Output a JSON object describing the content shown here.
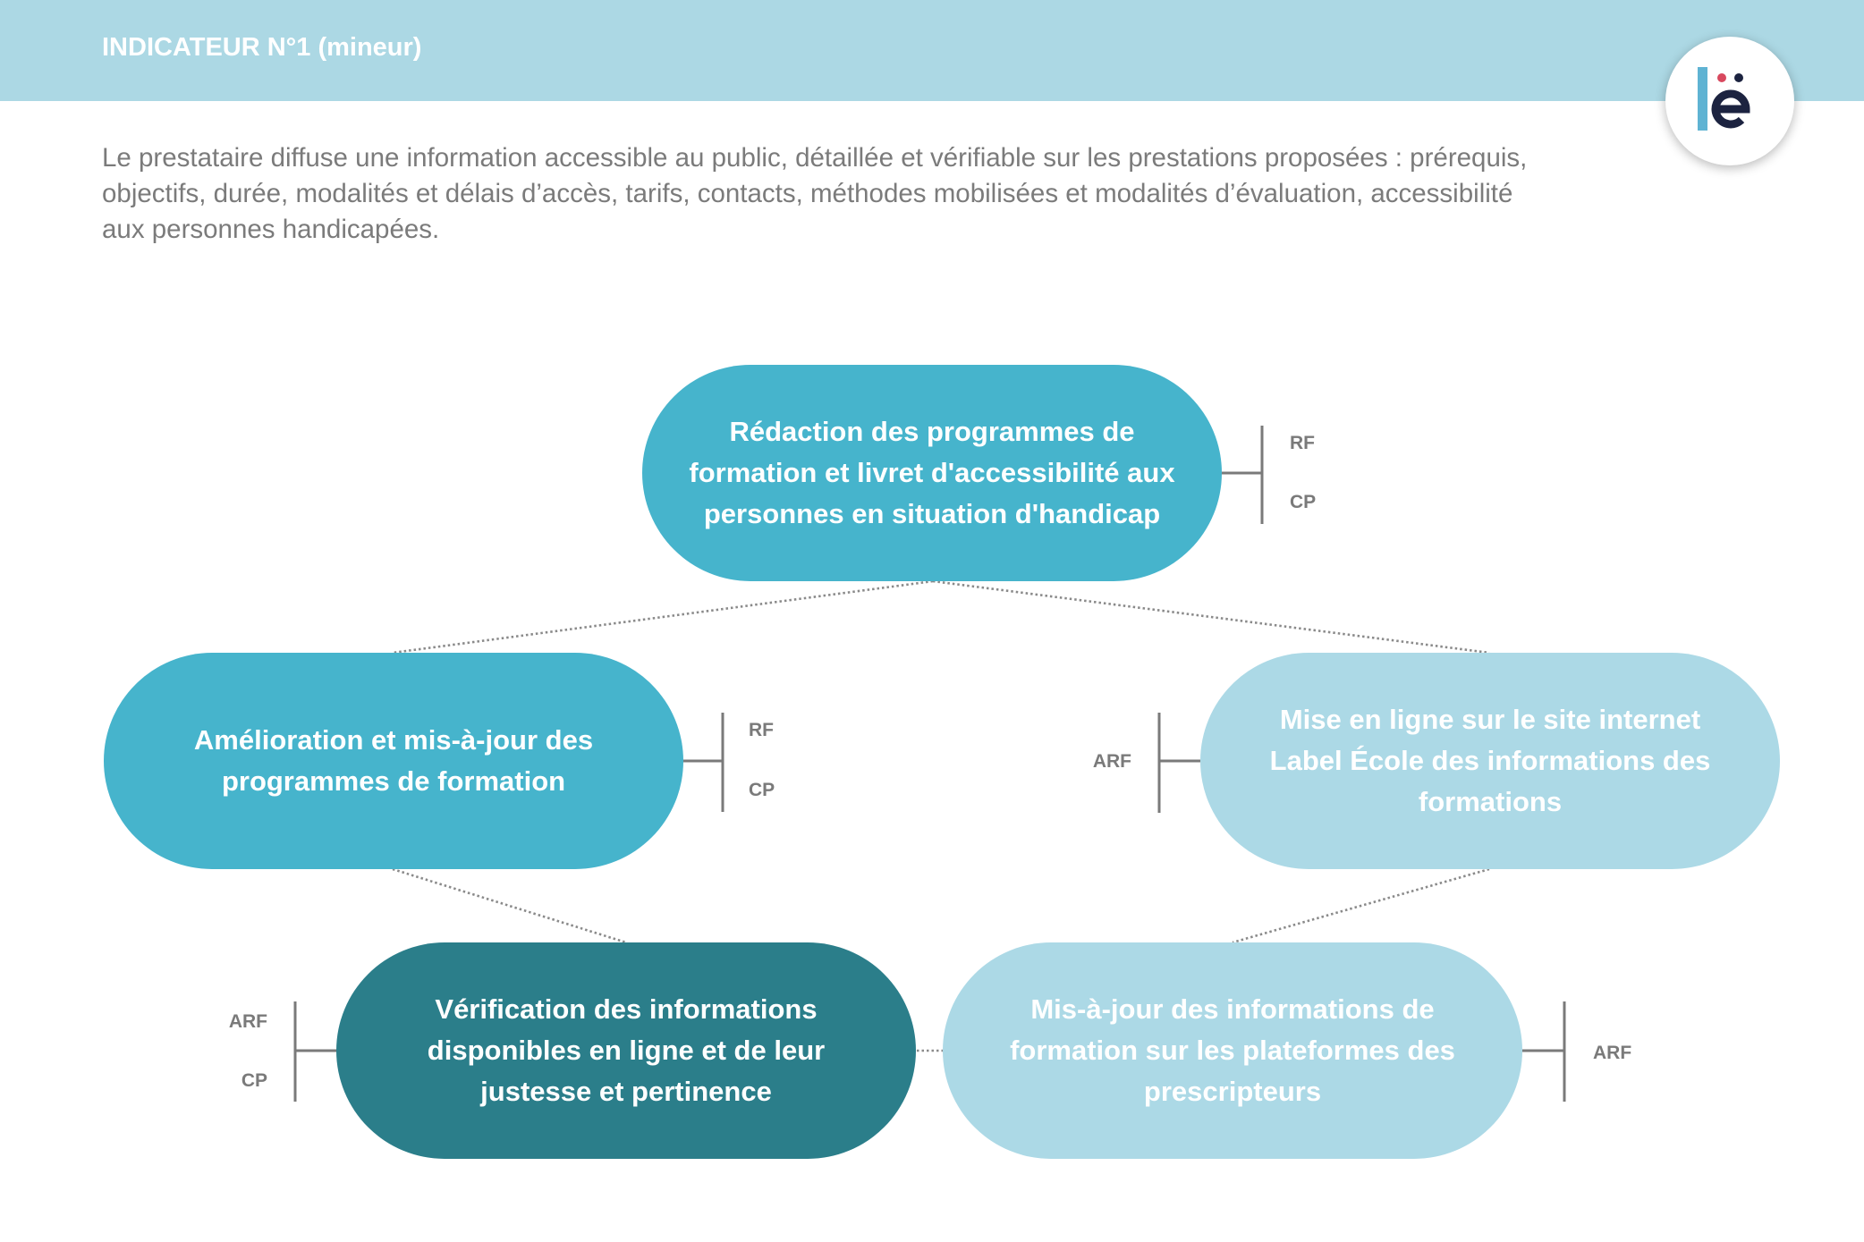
{
  "header": {
    "title": "INDICATEUR N°1 (mineur)"
  },
  "logo": {
    "text": "lë",
    "icon": "ecole-logo-icon"
  },
  "description": {
    "lines": [
      "Le prestataire diffuse une information accessible au public, détaillée et vérifiable sur les prestations proposées : prérequis,",
      "objectifs, durée, modalités et délais d’accès, tarifs, contacts, méthodes mobilisées et modalités d’évaluation, accessibilité",
      "aux personnes handicapées."
    ]
  },
  "colors": {
    "header_band": "#acd8e4",
    "node_primary": "#46b4cc",
    "node_light": "#acd9e6",
    "node_dark": "#2b7e8a",
    "node_text": "#ffffff",
    "body_text": "#7b7b7b",
    "tag_text": "#7a7a7a",
    "connector": "#8a8a8a"
  },
  "nodes": [
    {
      "lines": [
        "Rédaction des programmes de",
        "formation et livret d'accessibilité aux",
        "personnes en situation d'handicap"
      ],
      "tags": [
        "RF",
        "CP"
      ]
    },
    {
      "lines": [
        "Amélioration et mis-à-jour des",
        "programmes de formation"
      ],
      "tags": [
        "RF",
        "CP"
      ]
    },
    {
      "lines": [
        "Mise en ligne sur le site internet",
        "Label École des informations des",
        "formations"
      ],
      "tags": [
        "ARF"
      ]
    },
    {
      "lines": [
        "Vérification des informations",
        "disponibles en ligne et de leur",
        "justesse et pertinence"
      ],
      "tags": [
        "ARF",
        "CP"
      ]
    },
    {
      "lines": [
        "Mis-à-jour des informations de",
        "formation sur les plateformes des",
        "prescripteurs"
      ],
      "tags": [
        "ARF"
      ]
    }
  ]
}
